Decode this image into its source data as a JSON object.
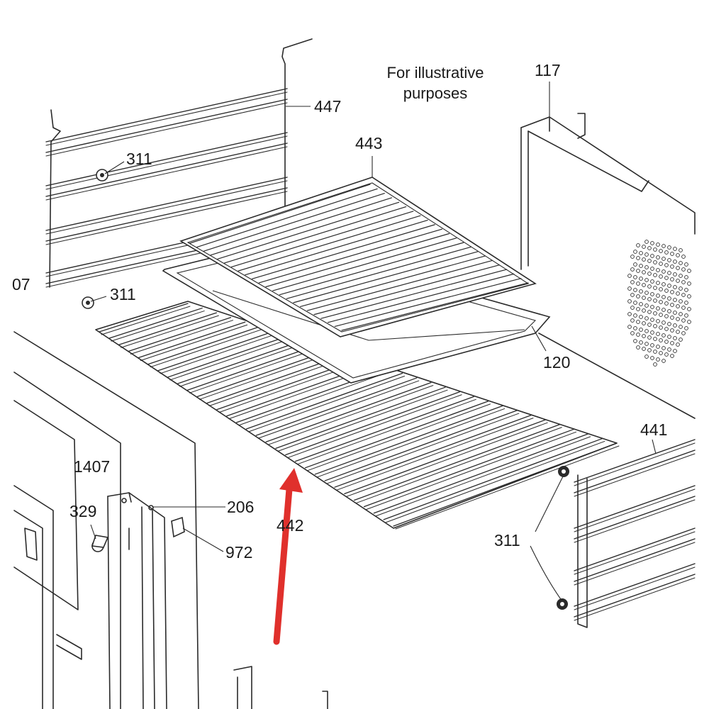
{
  "note": {
    "line1": "For illustrative",
    "line2": "purposes"
  },
  "parts": {
    "p447": "447",
    "p311_a": "311",
    "p311_b": "311",
    "p311_c": "311",
    "p07": "07",
    "p443": "443",
    "p117": "117",
    "p120": "120",
    "p441": "441",
    "p1407": "1407",
    "p329": "329",
    "p206": "206",
    "p442": "442",
    "p972": "972"
  },
  "colors": {
    "arrow": "#e0302c",
    "line": "#2a2a2a",
    "background": "#ffffff"
  },
  "highlight": {
    "points_to": "442"
  }
}
